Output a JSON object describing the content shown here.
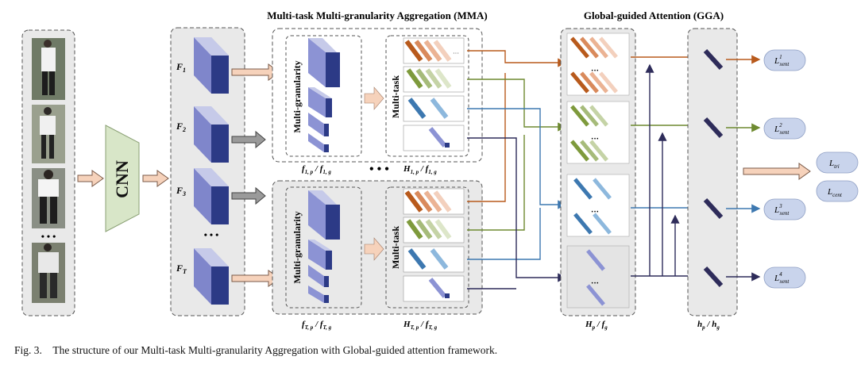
{
  "titles": {
    "mma": "Multi-task Multi-granularity Aggregation (MMA)",
    "gga": "Global-guided Attention (GGA)"
  },
  "backbone": {
    "label": "CNN"
  },
  "features": {
    "f1": "F",
    "f1_sub": "1",
    "f2": "F",
    "f2_sub": "2",
    "f3": "F",
    "f3_sub": "3",
    "ft": "F",
    "ft_sub": "T",
    "ellipsis": "• • •"
  },
  "mma_labels": {
    "multi_granularity": "Multi-granularity",
    "multi_task": "Multi-task",
    "top_f_label": "f",
    "top_f_sub": "1, p",
    "top_f_sep": " / ",
    "top_f2_label": "f",
    "top_f2_sub": "1, g",
    "top_h_label": "H",
    "top_h_sub": "1, p",
    "top_h_sep": " / ",
    "top_h2_label": "f",
    "top_h2_sub": "1, g",
    "bot_f_label": "f",
    "bot_f_sub": "T, p",
    "bot_f_sep": " / ",
    "bot_f2_label": "f",
    "bot_f2_sub": "T, g",
    "bot_h_label": "H",
    "bot_h_sub": "T, p",
    "bot_h_sep": " / ",
    "bot_h2_label": "f",
    "bot_h2_sub": "T, g",
    "between_dots": "• • •"
  },
  "gga_labels": {
    "hp_label": "H",
    "hp_sub": "p",
    "hp_sep": " / ",
    "fg_label": "f",
    "fg_sub": "g",
    "hp2_label": "h",
    "hp2_sub": "p",
    "hp2_sep": " / ",
    "hg_label": "h",
    "hg_sub": "g"
  },
  "losses": [
    {
      "main": "L",
      "sup": "1",
      "sub": "xent"
    },
    {
      "main": "L",
      "sup": "2",
      "sub": "xent"
    },
    {
      "main": "L",
      "sup": "3",
      "sub": "xent"
    },
    {
      "main": "L",
      "sup": "4",
      "sub": "xent"
    }
  ],
  "global_losses": [
    {
      "main": "L",
      "sub": "tri"
    },
    {
      "main": "L",
      "sub": "cent"
    }
  ],
  "caption": {
    "prefix": "Fig. 3.",
    "text": "The structure of our Multi-task Multi-granularity Aggregation with Global-guided attention framework."
  },
  "colors": {
    "orange": "#b85a1c",
    "green": "#6e8a30",
    "blue": "#3d78b0",
    "navy": "#2e2c5a",
    "cube": "#7b82c6",
    "panel": "#e6e6e6"
  }
}
